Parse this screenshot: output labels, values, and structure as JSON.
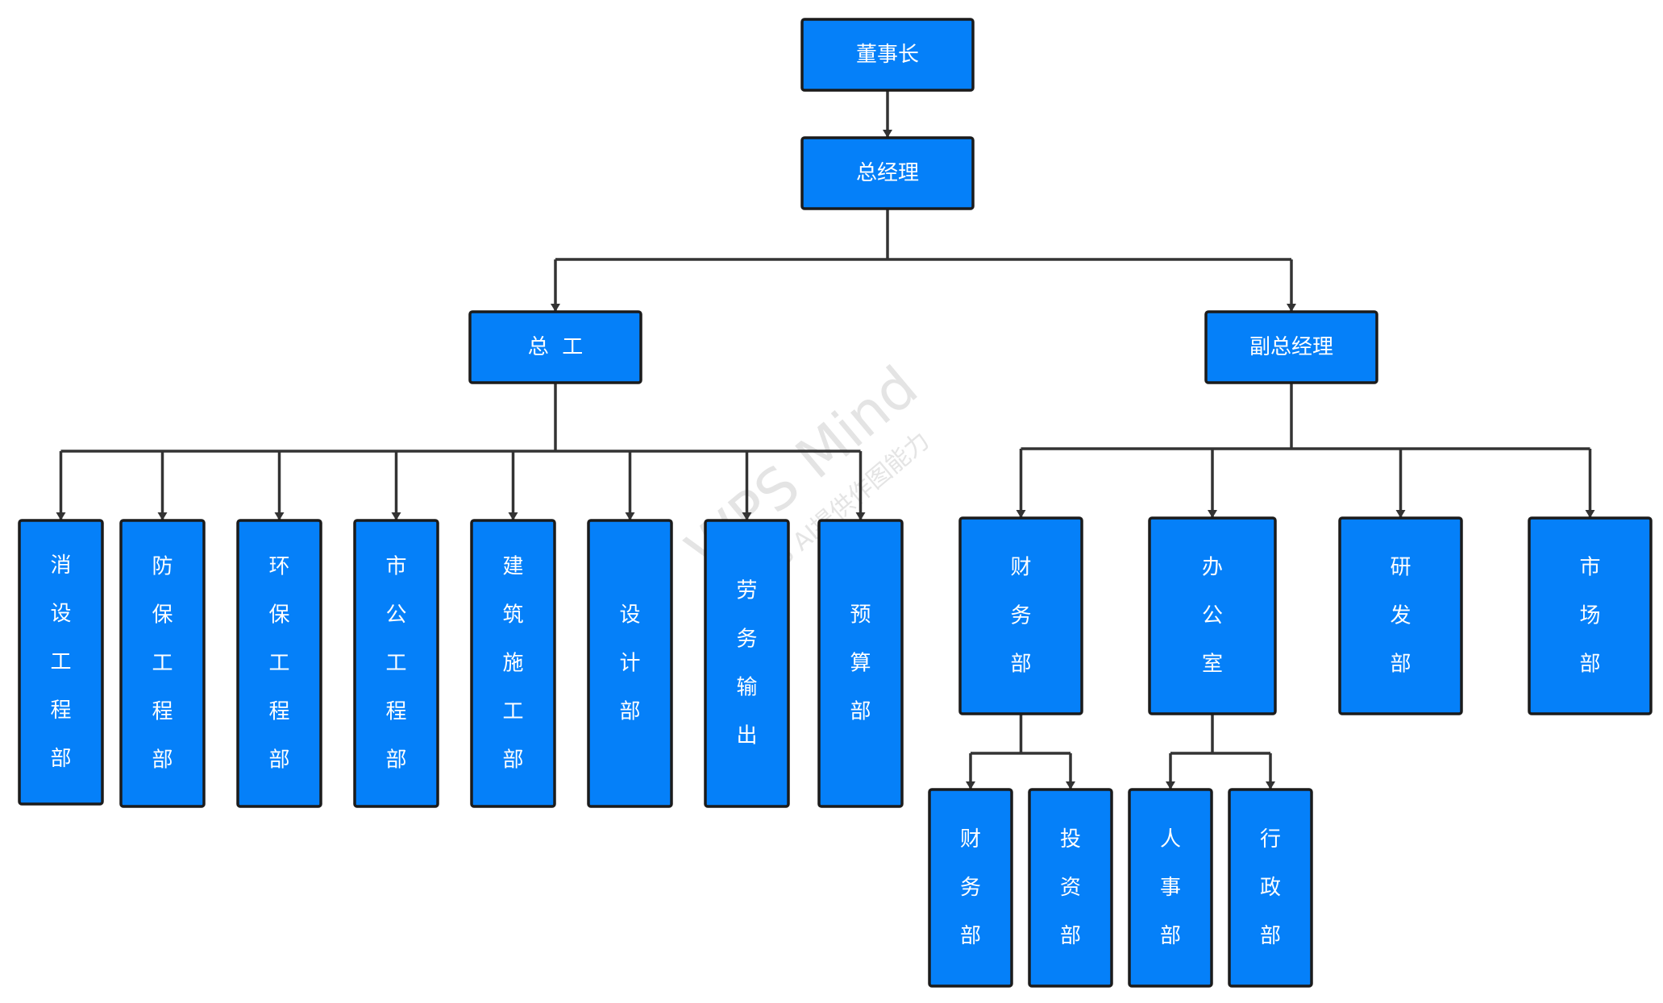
{
  "diagram": {
    "type": "org-chart",
    "node_color": "#0580f9",
    "border_color": "#1b1b1b",
    "edge_color": "#333333",
    "text_color": "#ffffff",
    "watermark": {
      "brand": "WPS Mind",
      "tagline": "WPS AI提供作图能力"
    },
    "nodes": [
      {
        "id": "chairman",
        "label": "董事长",
        "orientation": "horizontal"
      },
      {
        "id": "gm",
        "label": "总经理",
        "orientation": "horizontal"
      },
      {
        "id": "chief-engineer",
        "label": "总 工",
        "orientation": "horizontal"
      },
      {
        "id": "deputy-gm",
        "label": "副总经理",
        "orientation": "horizontal"
      },
      {
        "id": "fire-dept",
        "label": "消设工程部",
        "orientation": "vertical"
      },
      {
        "id": "protection-dept",
        "label": "防保工程部",
        "orientation": "vertical"
      },
      {
        "id": "env-dept",
        "label": "环保工程部",
        "orientation": "vertical"
      },
      {
        "id": "municipal-dept",
        "label": "市公工程部",
        "orientation": "vertical"
      },
      {
        "id": "construction-dept",
        "label": "建筑施工部",
        "orientation": "vertical"
      },
      {
        "id": "design-dept",
        "label": "设计部",
        "orientation": "vertical"
      },
      {
        "id": "labor-dept",
        "label": "劳务输出",
        "orientation": "vertical"
      },
      {
        "id": "budget-dept",
        "label": "预算部",
        "orientation": "vertical"
      },
      {
        "id": "finance-affairs",
        "label": "财务部",
        "orientation": "vertical"
      },
      {
        "id": "office",
        "label": "办公室",
        "orientation": "vertical"
      },
      {
        "id": "rnd",
        "label": "研发部",
        "orientation": "vertical"
      },
      {
        "id": "market",
        "label": "市场部",
        "orientation": "vertical"
      },
      {
        "id": "finance-sub",
        "label": "财务部",
        "orientation": "vertical"
      },
      {
        "id": "investment",
        "label": "投资部",
        "orientation": "vertical"
      },
      {
        "id": "hr",
        "label": "人事部",
        "orientation": "vertical"
      },
      {
        "id": "admin",
        "label": "行政部",
        "orientation": "vertical"
      }
    ],
    "edges": [
      {
        "from": "chairman",
        "to": "gm"
      },
      {
        "from": "gm",
        "to": "chief-engineer"
      },
      {
        "from": "gm",
        "to": "deputy-gm"
      },
      {
        "from": "chief-engineer",
        "to": "fire-dept"
      },
      {
        "from": "chief-engineer",
        "to": "protection-dept"
      },
      {
        "from": "chief-engineer",
        "to": "env-dept"
      },
      {
        "from": "chief-engineer",
        "to": "municipal-dept"
      },
      {
        "from": "chief-engineer",
        "to": "construction-dept"
      },
      {
        "from": "chief-engineer",
        "to": "design-dept"
      },
      {
        "from": "chief-engineer",
        "to": "labor-dept"
      },
      {
        "from": "chief-engineer",
        "to": "budget-dept"
      },
      {
        "from": "deputy-gm",
        "to": "finance-affairs"
      },
      {
        "from": "deputy-gm",
        "to": "office"
      },
      {
        "from": "deputy-gm",
        "to": "rnd"
      },
      {
        "from": "deputy-gm",
        "to": "market"
      },
      {
        "from": "finance-affairs",
        "to": "finance-sub"
      },
      {
        "from": "finance-affairs",
        "to": "investment"
      },
      {
        "from": "office",
        "to": "hr"
      },
      {
        "from": "office",
        "to": "admin"
      }
    ]
  }
}
